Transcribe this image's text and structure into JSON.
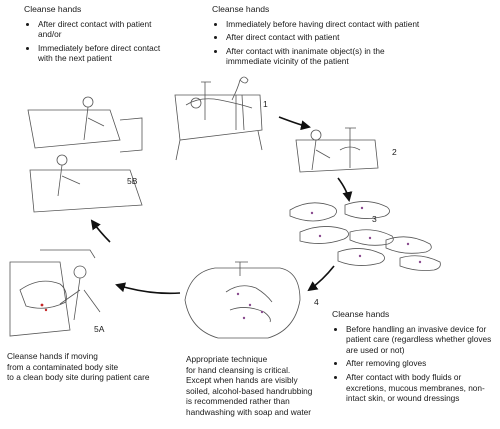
{
  "blocks": {
    "top_left": {
      "heading": "Cleanse hands",
      "items": [
        "After direct contact with patient and/or",
        "Immediately before direct contact with the next patient"
      ]
    },
    "top_right": {
      "heading": "Cleanse hands",
      "items": [
        "Immediately before having direct contact with patient",
        "After direct contact with patient",
        "After contact with inanimate object(s) in the immmediate vicinity of the patient"
      ]
    },
    "bottom_right": {
      "heading": "Cleanse hands",
      "items": [
        "Before handling an invasive device for patient care (regardless whether gloves are used or not)",
        "After removing gloves",
        "After contact with body fluids or excretions, mucous membranes, non-intact skin, or wound dressings"
      ]
    }
  },
  "captions": {
    "bottom_left": [
      "Cleanse hands if moving",
      "from a contaminated body site",
      "to a clean body site during patient care"
    ],
    "bottom_center": [
      "Appropriate technique",
      "for hand cleansing is critical.",
      "Except when hands are visibly",
      "soiled, alcohol-based handrubbing",
      "is recommended rather than",
      "handwashing with soap and water"
    ]
  },
  "steps": [
    "1",
    "2",
    "3",
    "4",
    "5A",
    "5B"
  ]
}
